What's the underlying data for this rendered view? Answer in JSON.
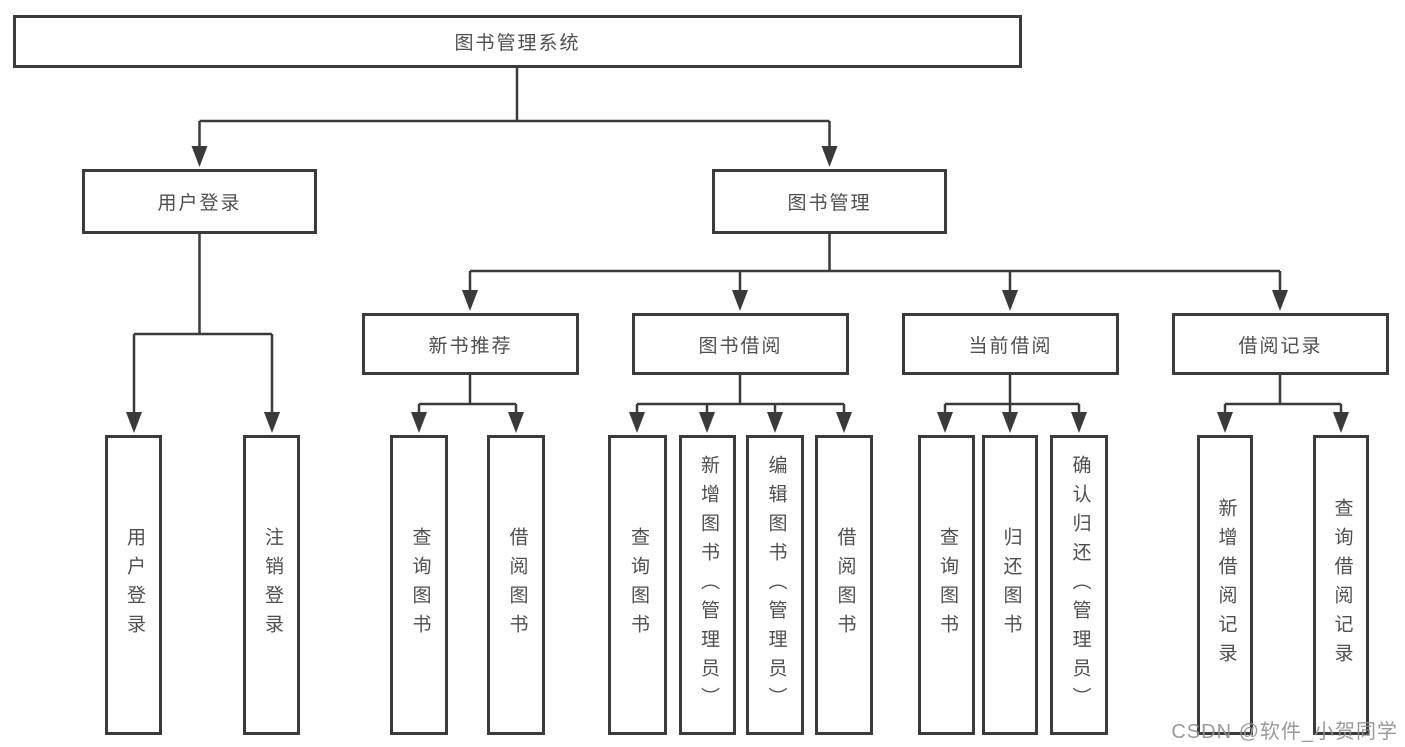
{
  "diagram": {
    "root": {
      "label": "图书管理系统"
    },
    "level2": [
      {
        "label": "用户登录"
      },
      {
        "label": "图书管理"
      }
    ],
    "level3": [
      {
        "label": "新书推荐"
      },
      {
        "label": "图书借阅"
      },
      {
        "label": "当前借阅"
      },
      {
        "label": "借阅记录"
      }
    ],
    "leaves": [
      {
        "group": "用户登录",
        "label": "用户登录"
      },
      {
        "group": "用户登录",
        "label": "注销登录"
      },
      {
        "group": "新书推荐",
        "label": "查询图书"
      },
      {
        "group": "新书推荐",
        "label": "借阅图书"
      },
      {
        "group": "图书借阅",
        "label": "查询图书"
      },
      {
        "group": "图书借阅",
        "label": "新增图书（管理员）"
      },
      {
        "group": "图书借阅",
        "label": "编辑图书（管理员）"
      },
      {
        "group": "图书借阅",
        "label": "借阅图书"
      },
      {
        "group": "当前借阅",
        "label": "查询图书"
      },
      {
        "group": "当前借阅",
        "label": "归还图书"
      },
      {
        "group": "当前借阅",
        "label": "确认归还（管理员）"
      },
      {
        "group": "借阅记录",
        "label": "新增借阅记录"
      },
      {
        "group": "借阅记录",
        "label": "查询借阅记录"
      }
    ]
  },
  "colors": {
    "line": "#3a3a3a",
    "border": "#3b3b3b",
    "text": "#4f4f4f",
    "watermark": "#949090"
  },
  "watermark": {
    "label": "CSDN @软件_小贺同学"
  }
}
